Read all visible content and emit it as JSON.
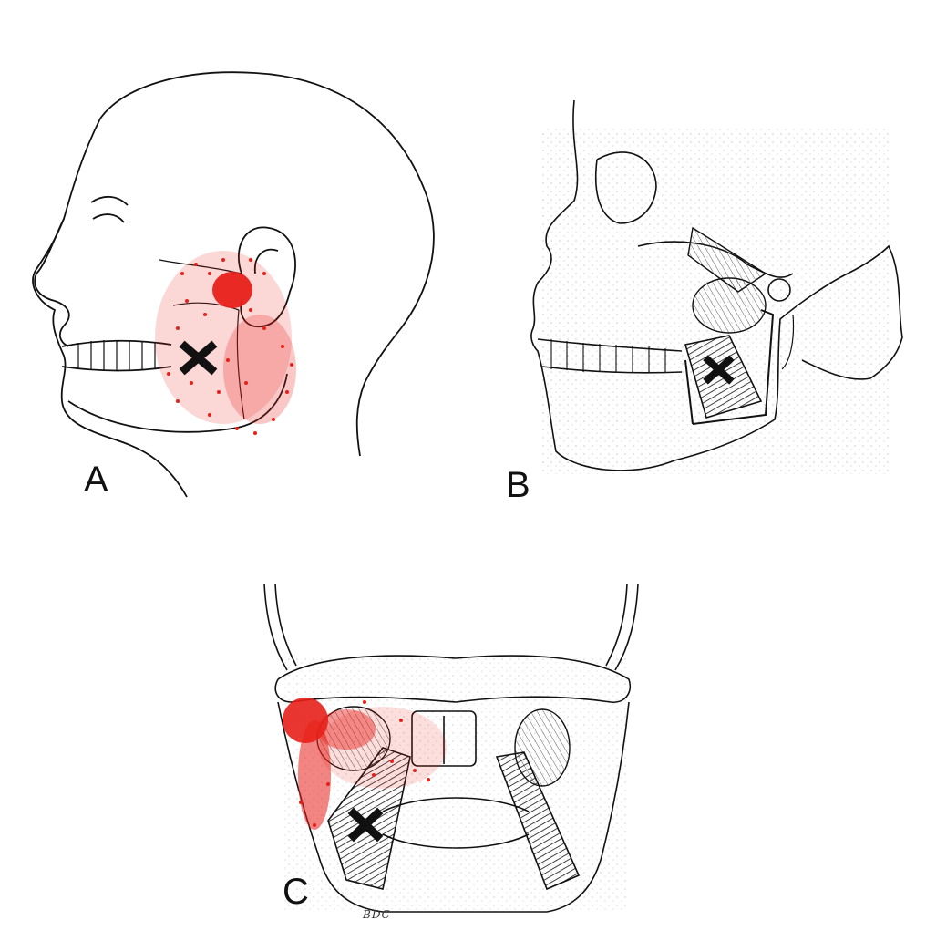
{
  "panels": {
    "a": {
      "label": "A"
    },
    "b": {
      "label": "B"
    },
    "c": {
      "label": "C"
    }
  },
  "colors": {
    "ink": "#111111",
    "referred_pain": "#e8201a",
    "muscle": "#1a1a1a"
  },
  "artist_signature": "BDC",
  "icons": [
    "trigger-point-x-icon"
  ]
}
